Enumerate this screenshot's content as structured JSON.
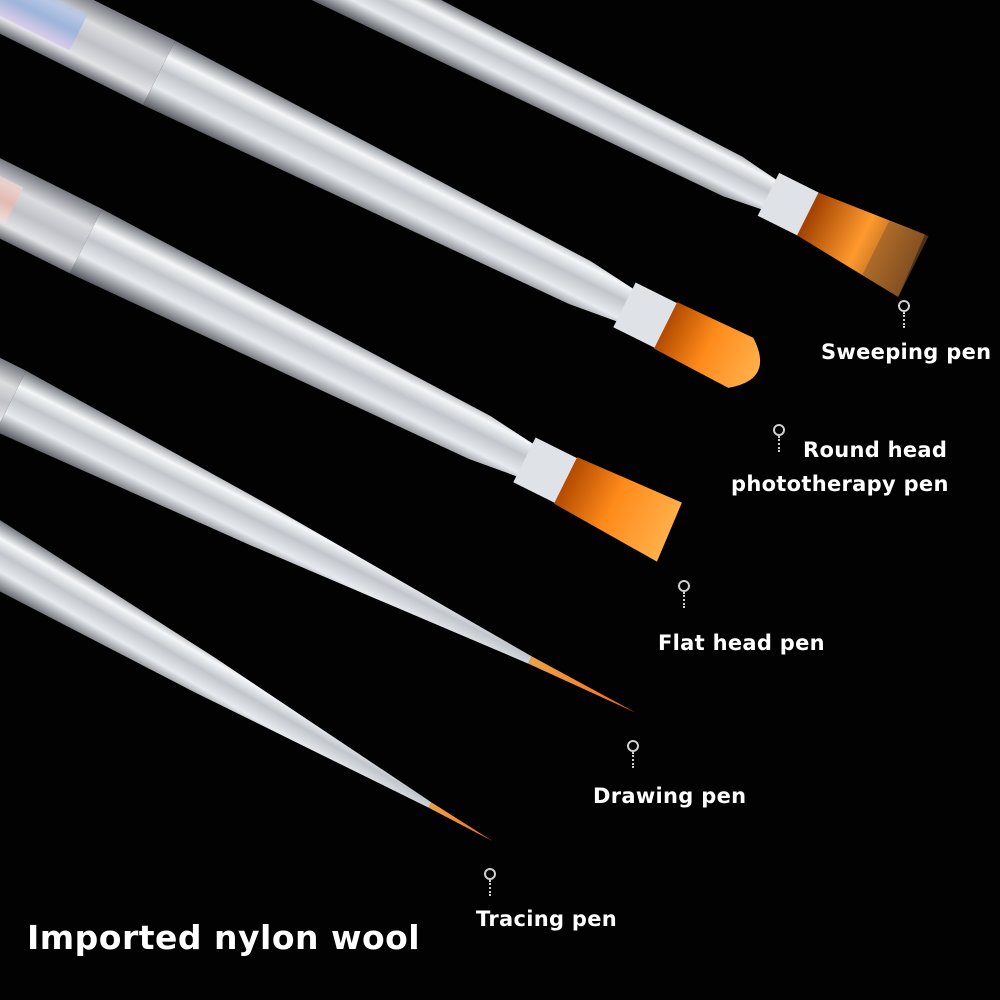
{
  "image": {
    "background_color": "#020202",
    "accent_bristle_color": "#ff8a1a",
    "ferrule_color": "#c9ccd1"
  },
  "brushes": [
    {
      "name": "Sweeping pen",
      "tip_shape": "fan-flat"
    },
    {
      "name": "Round head phototherapy pen",
      "tip_shape": "oval"
    },
    {
      "name": "Flat head pen",
      "tip_shape": "flat"
    },
    {
      "name": "Drawing pen",
      "tip_shape": "fine-liner"
    },
    {
      "name": "Tracing pen",
      "tip_shape": "extra-fine-liner"
    }
  ],
  "labels": {
    "sweeping": "Sweeping pen",
    "round_line1": "Round head",
    "round_line2": "phototherapy pen",
    "flat": "Flat head pen",
    "drawing": "Drawing pen",
    "tracing": "Tracing pen",
    "caption": "Imported nylon wool"
  }
}
